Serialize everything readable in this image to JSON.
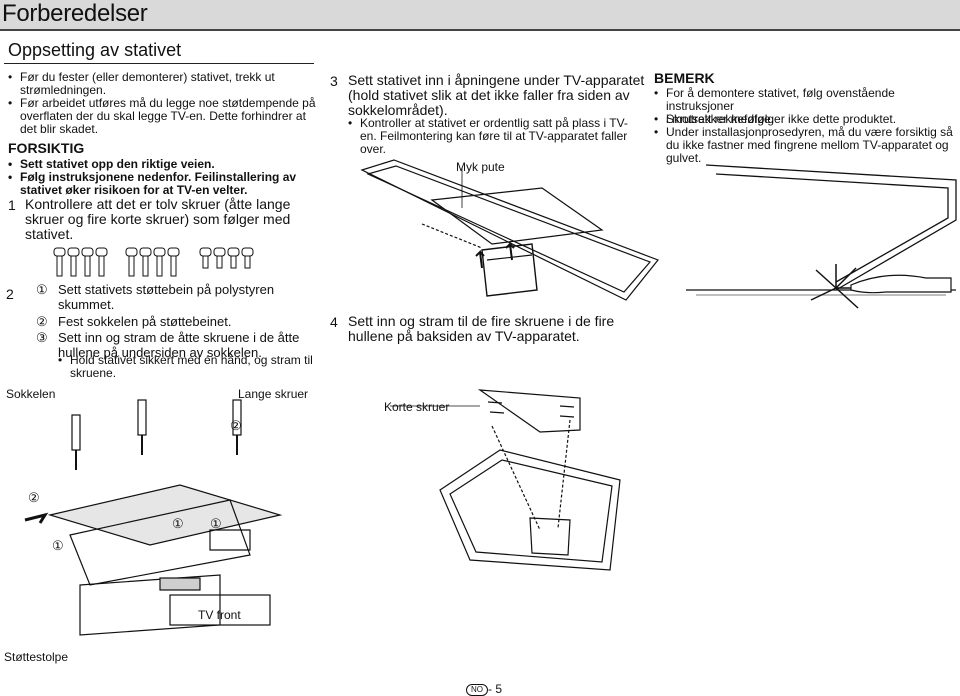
{
  "header": {
    "title": "Forberedelser"
  },
  "section": {
    "title": "Oppsetting av stativet"
  },
  "intro_bullets": [
    "Før du fester (eller demonterer) stativet, trekk ut",
    "strømledningen.",
    "Før arbeidet utføres må du legge noe støtdempende på",
    "overflaten der du skal legge TV-en. Dette forhindrer at",
    "det blir skadet."
  ],
  "caution": {
    "title": "FORSIKTIG",
    "items": [
      "Sett stativet opp den riktige veien.",
      "Følg instruksjonene nedenfor. Feilinstallering av",
      "stativet øker risikoen for at TV-en velter."
    ]
  },
  "step1": {
    "number": "1",
    "lines": [
      "Kontrollere att det er tolv skruer (åtte lange",
      "skruer og fire korte skruer) som følger med",
      "stativet."
    ]
  },
  "step2": {
    "number": "2",
    "items": [
      {
        "marker": "①",
        "lines": [
          "Sett stativets støttebein på polystyren",
          "skummet."
        ]
      },
      {
        "marker": "②",
        "lines": [
          "Fest sokkelen på støttebeinet."
        ]
      },
      {
        "marker": "③",
        "lines": [
          "Sett inn og stram de åtte skruene i de åtte",
          "hullene på undersiden av sokkelen."
        ]
      }
    ],
    "sub_bullet": [
      "Hold stativet sikkert med én hånd, og stram til",
      "skruene."
    ]
  },
  "step3": {
    "number": "3",
    "lines": [
      "Sett stativet inn i åpningene under TV-apparatet",
      "(hold stativet slik at det ikke faller fra siden av",
      "sokkelområdet)."
    ],
    "bullet": [
      "Kontroller at stativet er ordentlig satt på plass i TV-",
      "en. Feilmontering kan føre til at TV-apparatet faller",
      "over."
    ]
  },
  "step4": {
    "number": "4",
    "lines": [
      "Sett inn og stram til de fire skruene i de fire",
      "hullene på baksiden av TV-apparatet."
    ]
  },
  "note": {
    "title": "BEMERK",
    "bullets": [
      [
        "For å demontere stativet, følg ovenstående instruksjoner",
        "i motsatt rekkefølge."
      ],
      [
        "Skrutrekker medfølger ikke dette produktet."
      ],
      [
        "Under installasjonprosedyren, må du være forsiktig så",
        "du ikke fastner med fingrene mellom TV-apparatet og",
        "gulvet."
      ]
    ]
  },
  "labels": {
    "sokkelen": "Sokkelen",
    "lange_skruer": "Lange skruer",
    "myk_pute": "Myk pute",
    "korte_skruer": "Korte skruer",
    "tv_front": "TV front",
    "stottestolpe": "Støttestolpe",
    "marker1": "①",
    "marker2": "②"
  },
  "footer": {
    "badge": "NO",
    "page": "- 5"
  }
}
